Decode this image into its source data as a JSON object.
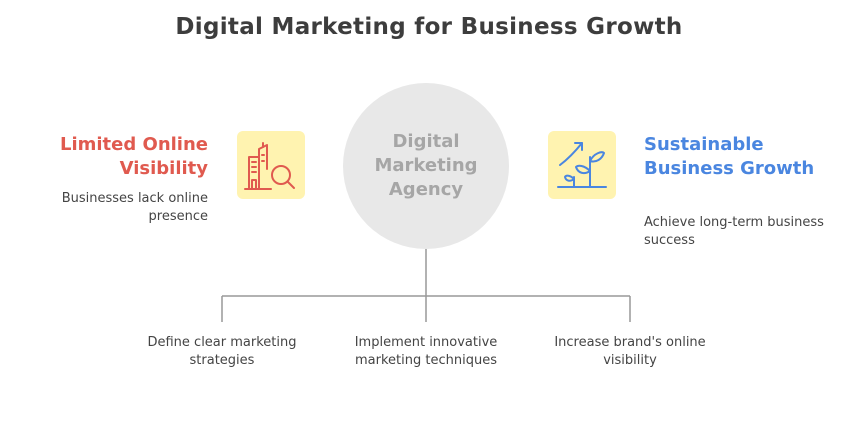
{
  "title": "Digital Marketing for Business Growth",
  "center": {
    "label": "Digital Marketing Agency"
  },
  "left": {
    "title": "Limited Online Visibility",
    "description": "Businesses lack online presence",
    "icon": "building-search-icon",
    "accent_color": "#e05a4f"
  },
  "right": {
    "title": "Sustainable Business Growth",
    "description": "Achieve long-term business success",
    "icon": "growth-plant-icon",
    "accent_color": "#4a86e0"
  },
  "branches": [
    {
      "label": "Define clear marketing strategies"
    },
    {
      "label": "Implement innovative marketing techniques"
    },
    {
      "label": "Increase brand's online visibility"
    }
  ],
  "colors": {
    "icon_background": "#fff3b0",
    "circle_fill": "#e8e8e8",
    "connector": "#999999"
  }
}
